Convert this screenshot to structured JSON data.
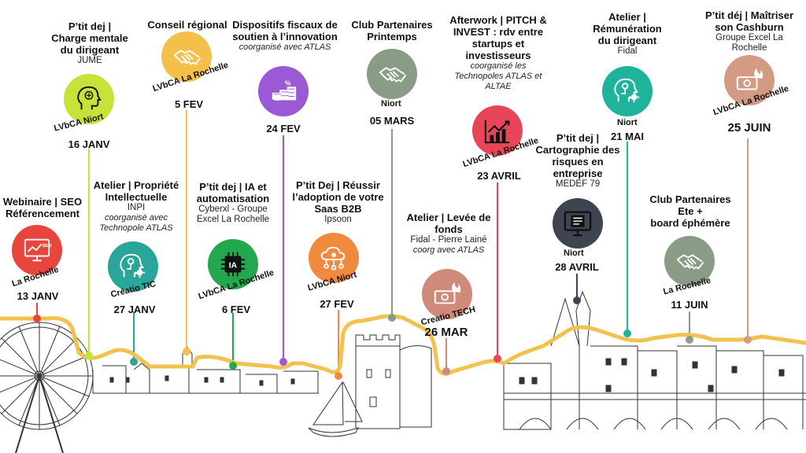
{
  "events": [
    {
      "id": "e1",
      "title": "Webinaire | SEO\nRéférencement",
      "org": "",
      "note": "",
      "location": "La Rochelle",
      "date": "13 JANV",
      "color": "#e8453c",
      "icon": "seo-monitor-icon"
    },
    {
      "id": "e2",
      "title": "P’tit dej |\nCharge mentale\ndu dirigeant",
      "org": "JUME",
      "note": "",
      "location": "LVbCA Niort",
      "date": "16 JANV",
      "color": "#c9e23a",
      "icon": "brain-head-icon"
    },
    {
      "id": "e3",
      "title": "Atelier | Propriété\nIntellectuelle",
      "org": "INPI",
      "note": "coorganisé avec\nTechnopole ATLAS",
      "location": "Créatio TIC",
      "date": "27 JANV",
      "color": "#2aa59a",
      "icon": "head-gears-icon"
    },
    {
      "id": "e4",
      "title": "Conseil régional",
      "org": "",
      "note": "",
      "location": "LVbCA La Rochelle",
      "date": "5 FEV",
      "color": "#f5c04a",
      "icon": "handshake-icon"
    },
    {
      "id": "e5",
      "title": "P’tit dej | IA et\nautomatisation",
      "org": "Cyberxl - Groupe\nExcel La Rochelle",
      "note": "",
      "location": "LVbCA La Rochelle",
      "date": "6 FEV",
      "color": "#23a84f",
      "icon": "ai-chip-icon"
    },
    {
      "id": "e6",
      "title": "Dispositifs fiscaux de\nsoutien à l’innovation",
      "org": "",
      "note": "coorganisé avec ATLAS",
      "location": "",
      "date": "24 FEV",
      "color": "#9b59d6",
      "icon": "coins-percent-icon"
    },
    {
      "id": "e7",
      "title": "P’tit Dej | Réussir\nl’adoption de votre\nSaas B2B",
      "org": "Ipsoon",
      "note": "",
      "location": "LVbCA Niort",
      "date": "27 FEV",
      "color": "#f08a3e",
      "icon": "cloud-network-icon"
    },
    {
      "id": "e8",
      "title": "Club Partenaires\nPrintemps",
      "org": "",
      "note": "",
      "location": "Niort",
      "date": "05 MARS",
      "color": "#8a9b86",
      "icon": "handshake-icon"
    },
    {
      "id": "e9",
      "title": "Atelier | Levée de\nfonds",
      "org": "Fidal - Pierre Lainé",
      "note": "coorg avec ATLAS",
      "location": "Creatio TECH",
      "date": "26 MAR",
      "color": "#cf8a7a",
      "icon": "money-fire-icon"
    },
    {
      "id": "e10",
      "title": "Afterwork | PITCH &\nINVEST  : rdv entre\nstartups et\ninvestisseurs",
      "org": "",
      "note": "coorganisé les\nTechnopoles ATLAS et\nALTAE",
      "location": "LVbCA La Rochelle",
      "date": "23 AVRIL",
      "color": "#e8455a",
      "icon": "trend-chart-icon"
    },
    {
      "id": "e11",
      "title": "P’tit dej |\nCartographie des\nrisques en\nentreprise",
      "org": "MEDEF 79",
      "note": "",
      "location": "Niort",
      "date": "28 AVRIL",
      "color": "#3f4450",
      "icon": "computer-doc-icon"
    },
    {
      "id": "e12",
      "title": "Atelier |\nRémunération\ndu dirigeant",
      "org": "Fidal",
      "note": "",
      "location": "Niort",
      "date": "21 MAI",
      "color": "#1fb39b",
      "icon": "head-gears-icon"
    },
    {
      "id": "e13",
      "title": "Club Partenaires\nEte +\nboard éphémère",
      "org": "",
      "note": "",
      "location": "La Rochelle",
      "date": "11 JUIN",
      "color": "#8a9b86",
      "icon": "handshake-icon"
    },
    {
      "id": "e14",
      "title": "P’tit déj | Maîtriser\nson Cashburn",
      "org": "Groupe Excel La\nRochelle",
      "note": "",
      "location": "LVbCA La Rochelle",
      "date": "25 JUIN",
      "color": "#d39a84",
      "icon": "money-fire-icon"
    }
  ],
  "icon_label_ai": "IA"
}
